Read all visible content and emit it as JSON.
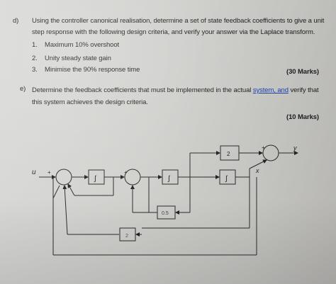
{
  "question_d": {
    "label": "d)",
    "line1": "Using the controller canonical realisation, determine a set of state feedback coefficients to give a unit",
    "line2": "step response with the following design criteria, and verify your answer via the Laplace transform.",
    "criteria": [
      {
        "num": "1.",
        "text": "Maximum 10% overshoot"
      },
      {
        "num": "2.",
        "text": "Unity steady state gain"
      },
      {
        "num": "3.",
        "text": "Minimise the 90% response time"
      }
    ],
    "marks": "(30 Marks)"
  },
  "question_e": {
    "label": "e)",
    "line1_start": "Determine the feedback coefficients that must be implemented in the actual ",
    "line1_link": "system, and",
    "line1_end": " verify that",
    "line2": "this system achieves the design criteria.",
    "marks": "(10 Marks)"
  },
  "diagram": {
    "input_label": "u",
    "output_label": "y",
    "state_label": "x",
    "integrator_label": "∫",
    "gain_top": "2",
    "gain_mid": "0.5",
    "gain_bottom": "2",
    "plus_sign": "+"
  }
}
